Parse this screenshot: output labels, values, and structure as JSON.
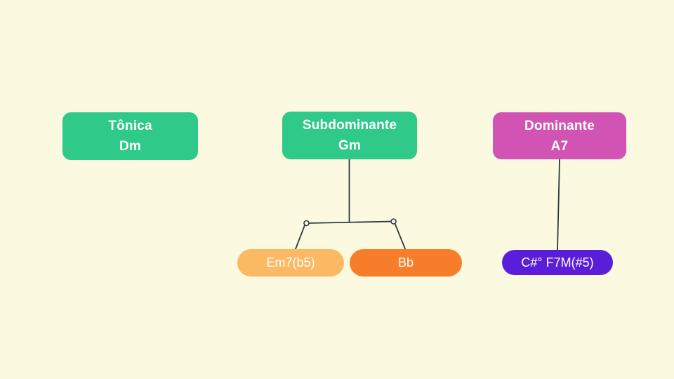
{
  "diagram": {
    "background_color": "#FBF9DF",
    "connector_color": "#2E3A3E",
    "nodes": {
      "tonica": {
        "title": "Tônica",
        "subtitle": "Dm",
        "color": "#2FC98A",
        "text_color": "#FFFFFF",
        "shape": "rounded-rectangle"
      },
      "subdominante": {
        "title": "Subdominante",
        "subtitle": "Gm",
        "color": "#2FC98A",
        "text_color": "#FFFFFF",
        "shape": "rounded-rectangle"
      },
      "dominante": {
        "title": "Dominante",
        "subtitle": "A7",
        "color": "#D154B4",
        "text_color": "#FFFFFF",
        "shape": "rounded-rectangle"
      },
      "em7b5": {
        "label": "Em7(b5)",
        "color": "#FBB964",
        "text_color": "#FFFFFF",
        "shape": "pill"
      },
      "bb": {
        "label": "Bb",
        "color": "#F87D2B",
        "text_color": "#FFFFFF",
        "shape": "pill"
      },
      "dominant_sub": {
        "label": "C#° F7M(#5)",
        "color": "#5A1EDB",
        "text_color": "#FFFFFF",
        "shape": "pill"
      }
    },
    "edges": [
      {
        "from": "subdominante",
        "to": "em7b5"
      },
      {
        "from": "subdominante",
        "to": "bb"
      },
      {
        "from": "dominante",
        "to": "dominant_sub"
      }
    ]
  }
}
